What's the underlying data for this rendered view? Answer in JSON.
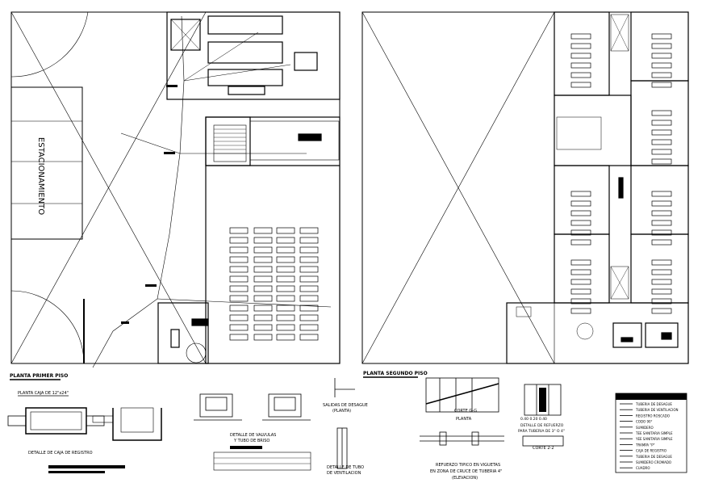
{
  "drawing": {
    "parking_label": "ESTACIONAMIENTO",
    "plan_first_floor": "PLANTA PRIMER PISO",
    "plan_second_floor": "PLANTA SEGUNDO PISO",
    "caja_title": "PLANTA CAJA DE 12\"x24\"",
    "caja_detail": "DETALLE DE CAJA DE REGISTRO",
    "valves_detail_l1": "DETALLE DE VALVULAS",
    "valves_detail_l2": "Y TUBO DE BRISO",
    "sump_label": "SALIDAS DE DESAGUE",
    "sump_sub": "(PLANTA)",
    "vent_detail_l1": "DETALLE DE TUBO",
    "vent_detail_l2": "DE VENTILACION",
    "planta": "PLANTA",
    "corte_gg": "CORTE G-G",
    "corte_22": "CORTE 2-2",
    "support_l1": "REFUERZO TIPICO EN VIGUETAS",
    "support_l2": "EN ZONA DE CRUCE DE TUBERIA 4\"",
    "support_l3": "(ELEVACION)",
    "refuerzo_l1": "DETALLE DE REFUERZO",
    "refuerzo_l2": "PARA TUBERIA DE 3\" O 4\"",
    "dims_label": "0.40  0.20  0.40",
    "legend_rows": [
      "TUBERIA DE DESAGUE",
      "TUBERIA DE VENTILACION",
      "REGISTRO ROSCADO",
      "CODO 90°",
      "SUMIDERO",
      "TEE SANITARIA SIMPLE",
      "YEE SANITARIA SIMPLE",
      "TRAMPA \"P\"",
      "CAJA DE REGISTRO",
      "TUBERIA DE DESAGUE",
      "SUMIDERO CROMADO",
      "CUADRO"
    ]
  }
}
